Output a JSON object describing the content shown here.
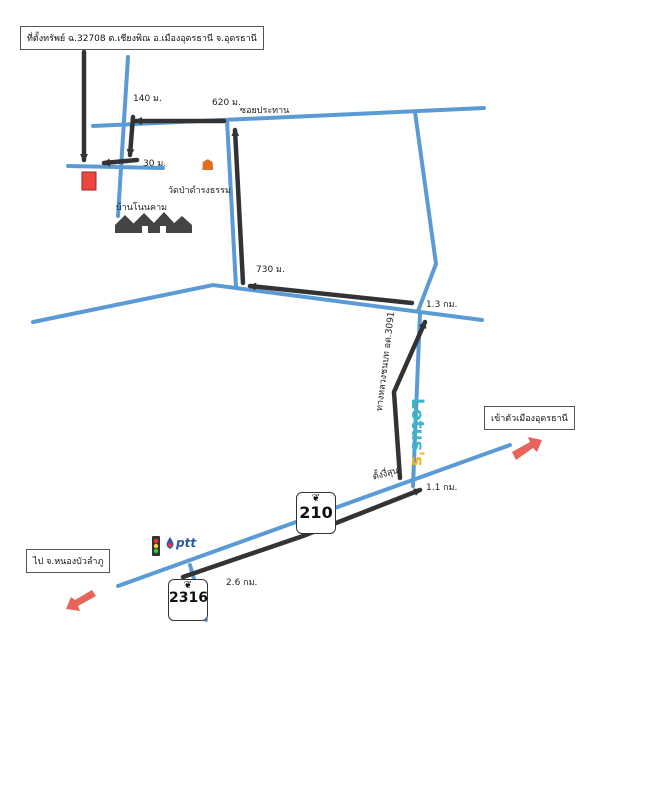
{
  "property_label": "ที่ตั้งทรัพย์ ฉ.32708 ต.เชียงพิณ อ.เมืองอุดรธานี จ.อุดรธานี",
  "city_label": "เข้าตัวเมืองอุดรธานี",
  "nongbua_label": "ไป จ.หนองบัวลำภู",
  "distances": {
    "d140": "140 ม.",
    "d620": "620 ม.",
    "d30": "30 ม.",
    "d730": "730 ม.",
    "d13": "1.3 กม.",
    "d11": "1.1 กม.",
    "d26": "2.6 กม."
  },
  "places": {
    "soi": "ซอยประทาน",
    "temple": "วัดป่าดำรงธรรม",
    "village": "บ้านโนนคาม",
    "junction": "ตั้งงี่สุน",
    "highway_3091": "ทางหลวงชนบท อด.3091"
  },
  "routes": {
    "r210": "210",
    "r2316": "2316"
  },
  "brands": {
    "lotus": "Lotus",
    "lotus_s": "'s",
    "ptt": "ptt"
  },
  "colors": {
    "road": "#5b9bd5",
    "arrow": "#333333",
    "property": "#e8483f",
    "direction_arrow": "#e8645a"
  },
  "icons": [
    "temple-icon",
    "village-icon",
    "traffic-light-icon",
    "ptt-drop-icon"
  ]
}
